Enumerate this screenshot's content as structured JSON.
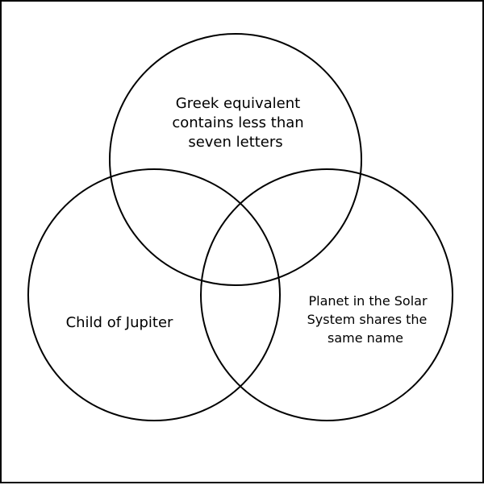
{
  "diagram": {
    "type": "venn",
    "colors": {
      "stroke": "#000000",
      "background": "#ffffff"
    },
    "sets": [
      {
        "id": "top",
        "lines": [
          "Greek equivalent",
          "contains less than",
          "seven letters"
        ]
      },
      {
        "id": "left",
        "lines": [
          "Child of Jupiter"
        ]
      },
      {
        "id": "right",
        "lines": [
          "Planet in the Solar",
          "System shares the",
          "same name"
        ]
      }
    ]
  }
}
